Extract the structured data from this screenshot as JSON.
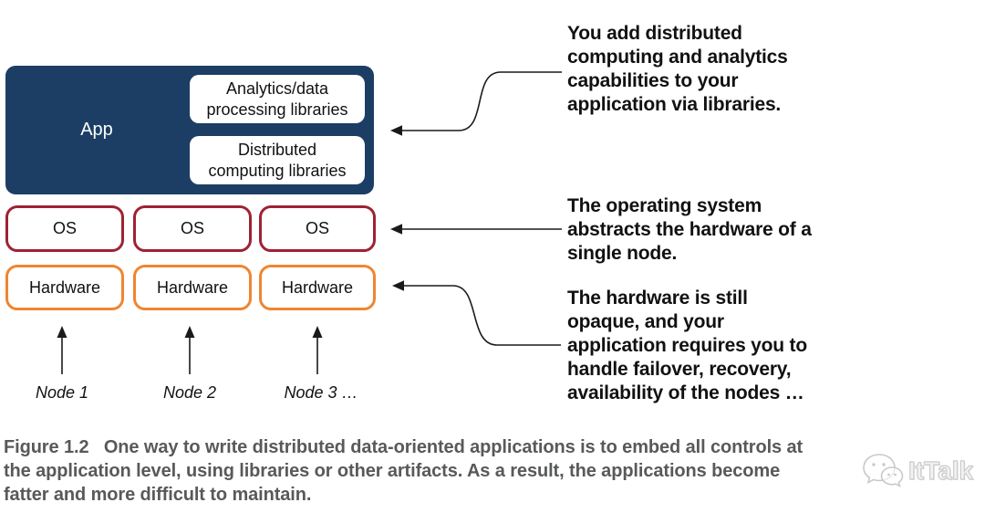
{
  "colors": {
    "app_fill": "#1c3e64",
    "os_border": "#9e2235",
    "hw_border": "#f0852f",
    "line_color": "#1a1a1a",
    "caption_color": "#58595b",
    "watermark_color": "#cccccc"
  },
  "diagram": {
    "app_label": "App",
    "libraries": [
      "Analytics/data\nprocessing libraries",
      "Distributed\ncomputing libraries"
    ],
    "os_boxes": [
      "OS",
      "OS",
      "OS"
    ],
    "hardware_boxes": [
      "Hardware",
      "Hardware",
      "Hardware"
    ],
    "node_labels": [
      "Node 1",
      "Node 2",
      "Node 3 …"
    ]
  },
  "annotations": [
    "You add distributed\ncomputing and analytics\ncapabilities to your\napplication via libraries.",
    "The operating system\nabstracts the hardware of a\nsingle node.",
    "The hardware is still\nopaque, and your\napplication requires you to\nhandle failover, recovery,\navailability of the nodes …"
  ],
  "caption": "Figure 1.2   One way to write distributed data-oriented applications is to embed all controls at\nthe application level, using libraries or other artifacts. As a result, the applications become\nfatter and more difficult to maintain.",
  "watermark": {
    "label": "ItTalk"
  }
}
